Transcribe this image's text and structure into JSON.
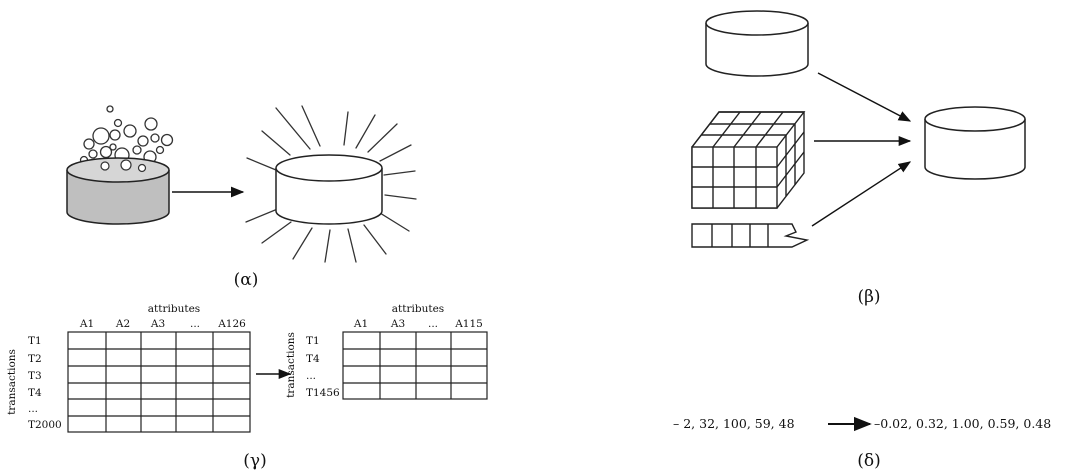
{
  "panels": {
    "alpha": {
      "label": "(α)"
    },
    "beta": {
      "label": "(β)"
    },
    "gamma": {
      "label": "(γ)",
      "left_table": {
        "attributes_header": "attributes",
        "columns": [
          "A1",
          "A2",
          "A3",
          "...",
          "A126"
        ],
        "rows_header": "transactions",
        "rows": [
          "T1",
          "T2",
          "T3",
          "T4",
          "...",
          "T2000"
        ]
      },
      "right_table": {
        "attributes_header": "attributes",
        "columns": [
          "A1",
          "A3",
          "...",
          "A115"
        ],
        "rows_header": "transactions",
        "rows": [
          "T1",
          "T4",
          "...",
          "T1456"
        ]
      }
    },
    "delta": {
      "label": "(δ)",
      "input": "– 2, 32, 100, 59, 48",
      "output": "–0.02, 0.32, 1.00, 0.59, 0.48"
    }
  }
}
